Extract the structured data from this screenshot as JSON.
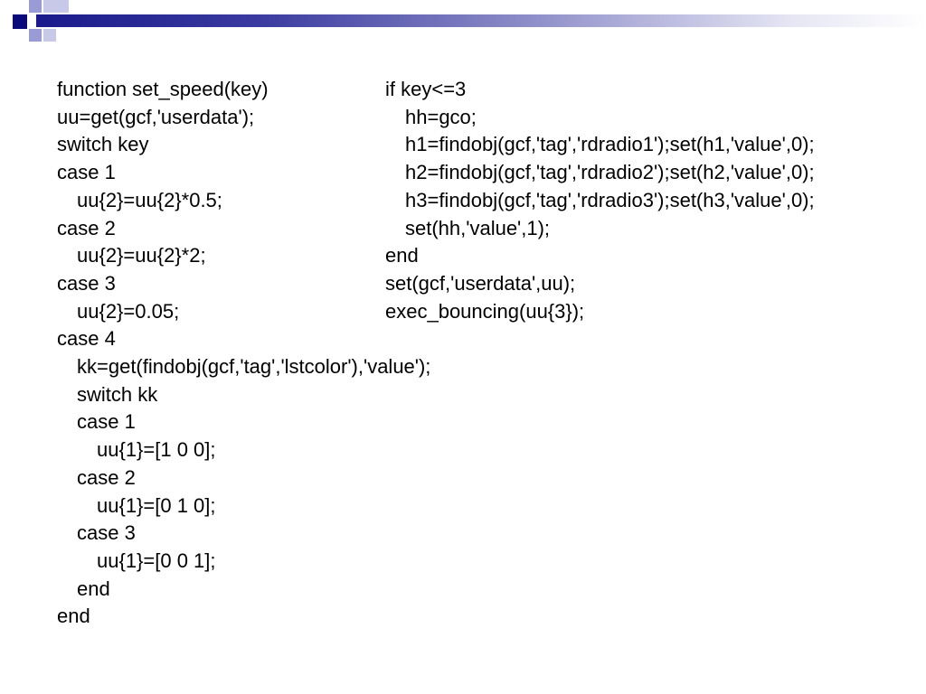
{
  "left_code": [
    {
      "text": "function set_speed(key)",
      "indent": 0
    },
    {
      "text": "uu=get(gcf,'userdata');",
      "indent": 0
    },
    {
      "text": "switch key",
      "indent": 0
    },
    {
      "text": "case 1",
      "indent": 0
    },
    {
      "text": "uu{2}=uu{2}*0.5;",
      "indent": 1
    },
    {
      "text": "case 2",
      "indent": 0
    },
    {
      "text": "uu{2}=uu{2}*2;",
      "indent": 1
    },
    {
      "text": "case 3",
      "indent": 0
    },
    {
      "text": "uu{2}=0.05;",
      "indent": 1
    },
    {
      "text": "case 4",
      "indent": 0
    },
    {
      "text": "kk=get(findobj(gcf,'tag','lstcolor'),'value');",
      "indent": 1
    },
    {
      "text": "switch kk",
      "indent": 1
    },
    {
      "text": "case 1",
      "indent": 1
    },
    {
      "text": "uu{1}=[1 0 0];",
      "indent": 2
    },
    {
      "text": "case 2",
      "indent": 1
    },
    {
      "text": "uu{1}=[0 1 0];",
      "indent": 2
    },
    {
      "text": "case 3",
      "indent": 1
    },
    {
      "text": "uu{1}=[0 0 1];",
      "indent": 2
    },
    {
      "text": "end",
      "indent": 1
    },
    {
      "text": "end",
      "indent": 0
    }
  ],
  "right_code": [
    {
      "text": "if key<=3",
      "indent": 0
    },
    {
      "text": "hh=gco;",
      "indent": 1
    },
    {
      "text": "h1=findobj(gcf,'tag','rdradio1');set(h1,'value',0);",
      "indent": 1
    },
    {
      "text": "h2=findobj(gcf,'tag','rdradio2');set(h2,'value',0);",
      "indent": 1
    },
    {
      "text": "h3=findobj(gcf,'tag','rdradio3');set(h3,'value',0);",
      "indent": 1
    },
    {
      "text": "set(hh,'value',1);",
      "indent": 1
    },
    {
      "text": "end",
      "indent": 0
    },
    {
      "text": "set(gcf,'userdata',uu);",
      "indent": 0
    },
    {
      "text": "exec_bouncing(uu{3});",
      "indent": 0
    }
  ]
}
